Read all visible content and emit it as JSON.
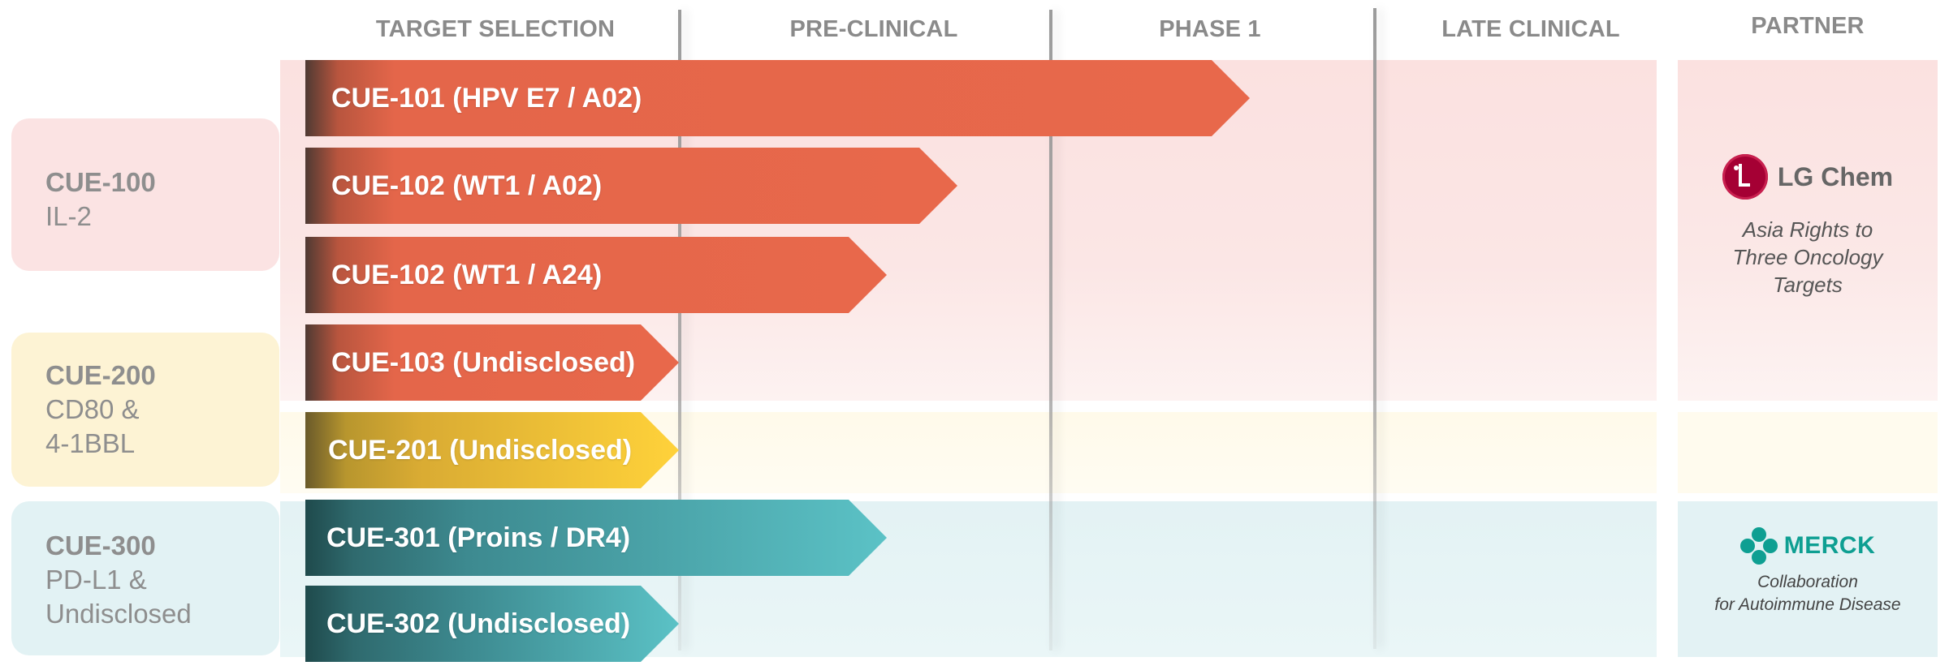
{
  "columns": [
    {
      "label": "TARGET SELECTION"
    },
    {
      "label": "PRE-CLINICAL"
    },
    {
      "label": "PHASE 1"
    },
    {
      "label": "LATE CLINICAL"
    },
    {
      "label": "PARTNER"
    }
  ],
  "platforms": [
    {
      "name": "CUE-100",
      "description": [
        "IL-2"
      ],
      "color": "#fbe3e3"
    },
    {
      "name": "CUE-200",
      "description": [
        "CD80 &",
        "4-1BBL"
      ],
      "color": "#fdf3d4"
    },
    {
      "name": "CUE-300",
      "description": [
        "PD-L1 &",
        "Undisclosed"
      ],
      "color": "#e2f2f4"
    }
  ],
  "programs": [
    {
      "label": "CUE-101 (HPV E7 / A02)",
      "platform": "CUE-100",
      "color": "#e8684b"
    },
    {
      "label": "CUE-102 (WT1 / A02)",
      "platform": "CUE-100",
      "color": "#e8684b"
    },
    {
      "label": "CUE-102 (WT1 / A24)",
      "platform": "CUE-100",
      "color": "#e8684b"
    },
    {
      "label": "CUE-103 (Undisclosed)",
      "platform": "CUE-100",
      "color": "#e8684b"
    },
    {
      "label": "CUE-201 (Undisclosed)",
      "platform": "CUE-200",
      "color": "#ffd23a"
    },
    {
      "label": "CUE-301 (Proins / DR4)",
      "platform": "CUE-300",
      "color": "#5bc2c6"
    },
    {
      "label": "CUE-302 (Undisclosed)",
      "platform": "CUE-300",
      "color": "#5bc2c6"
    }
  ],
  "partners": {
    "lg": {
      "name": "LG Chem",
      "icon": "lg-logo-icon",
      "note": [
        "Asia Rights to",
        "Three Oncology",
        "Targets"
      ]
    },
    "merck": {
      "name": "MERCK",
      "icon": "merck-logo-icon",
      "note": [
        "Collaboration",
        "for Autoimmune Disease"
      ]
    }
  }
}
